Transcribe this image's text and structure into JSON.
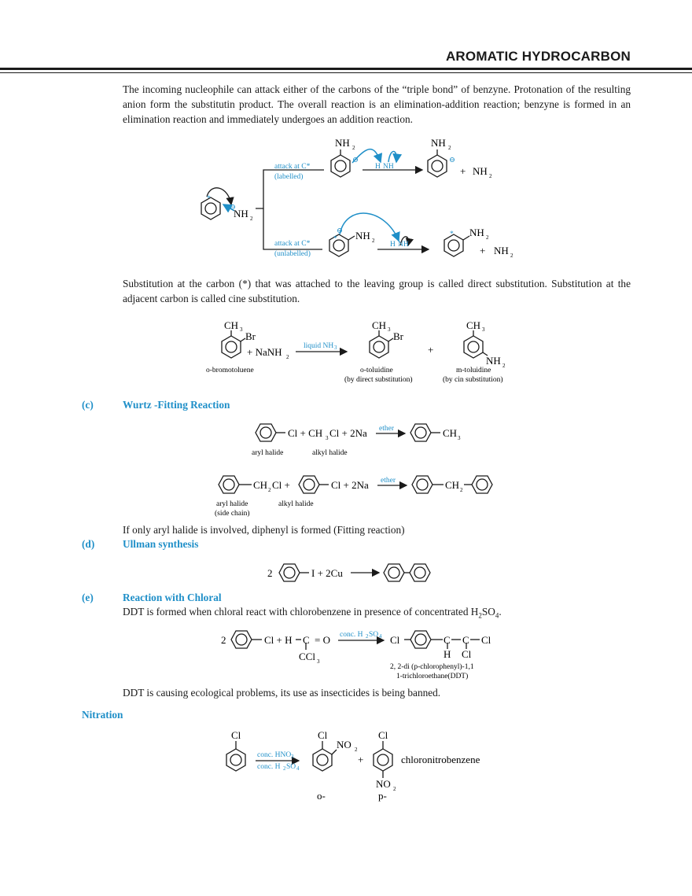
{
  "header": {
    "title": "AROMATIC HYDROCARBON"
  },
  "intro": {
    "paragraph": "The incoming nucleophile can attack either of the carbons of the “triple bond” of benzyne. Protonation of the resulting anion form the substitutin product. The overall reaction is an elimination-addition reaction; benzyne is formed in an elimination reaction and immediately undergoes an addition reaction."
  },
  "benzyne_scheme": {
    "nucleophile": "NH",
    "nucleophile_sub": "2",
    "path_labelled_line1": "attack at C*",
    "path_labelled_line2": "(labelled)",
    "path_unlabelled_line1": "attack at C*",
    "path_unlabelled_line2": "(unlabelled)",
    "plus": "+",
    "star": "*",
    "minus": "⊖",
    "h": "H",
    "nh_proton": "NH",
    "nh_proton_sub": "2"
  },
  "substitution": {
    "paragraph": "Substitution at the carbon (*) that was attached to the leaving group is called direct substitution. Substitution at the adjacent carbon is called cine substitution."
  },
  "toluidine_scheme": {
    "ch3": "CH",
    "ch3_sub": "3",
    "br": "Br",
    "reagent": "+ NaNH",
    "reagent_sub": "2",
    "arrow_label": "liquid NH",
    "arrow_label_sub": "3",
    "plus": "+",
    "nh2": "NH",
    "nh2_sub": "2",
    "reactant_name": "o-bromotoluene",
    "product1_name": "o-toluidine",
    "product1_note": "(by direct substitution)",
    "product2_name": "m-toluidine",
    "product2_note": "(by cin substitution)"
  },
  "section_c": {
    "letter": "(c)",
    "title": "Wurtz -Fitting Reaction",
    "eq1_reactants": "Cl + CH",
    "eq1_sub": "3",
    "eq1_rest": "Cl + 2Na",
    "eq1_arrow": "ether",
    "eq1_product": "CH",
    "eq1_product_sub": "3",
    "eq1_label1": "aryl halide",
    "eq1_label2": "alkyl halide",
    "eq2_part1": "CH",
    "eq2_part1_sub": "2",
    "eq2_part2": "Cl +",
    "eq2_part3": "Cl + 2Na",
    "eq2_arrow": "ether",
    "eq2_product": "CH",
    "eq2_product_sub": "2",
    "eq2_label1": "aryl halide",
    "eq2_label1b": "(side chain)",
    "eq2_label2": "alkyl halide",
    "note": "If only aryl halide is involved, diphenyl is formed (Fitting reaction)"
  },
  "section_d": {
    "letter": "(d)",
    "title": "Ullman synthesis",
    "coef": "2",
    "reagents": "I + 2Cu"
  },
  "section_e": {
    "letter": "(e)",
    "title": "Reaction with Chloral",
    "sentence_a": "DDT is formed when chloral react with chlorobenzene in presence of concentrated H",
    "sentence_sub1": "2",
    "sentence_b": "SO",
    "sentence_sub2": "4",
    "sentence_c": ".",
    "coef": "2",
    "reactants": "Cl + H",
    "c": "C",
    "o": "= O",
    "ccl": "CCl",
    "ccl_sub": "3",
    "arrow_label": "conc. H",
    "arrow_sub1": "2",
    "arrow_so": "SO",
    "arrow_sub2": "4",
    "cl": "Cl",
    "h": "H",
    "product_name_line1": "2, 2-di (p-chlorophenyl)-1,1",
    "product_name_line2": "1-trichloroethane(DDT)",
    "note": "DDT is causing ecological problems, its use as insecticides is being banned."
  },
  "nitration": {
    "title": "Nitration",
    "cl": "Cl",
    "no2": "NO",
    "no2_sub": "2",
    "arrow_top": "conc. HNO",
    "arrow_top_sub": "3",
    "arrow_bottom": "conc. H",
    "arrow_bottom_sub1": "2",
    "arrow_bottom_so": "SO",
    "arrow_bottom_sub2": "4",
    "plus": "+",
    "product_name": "chloronitrobenzene",
    "ortho": "o-",
    "para": "p-"
  },
  "colors": {
    "accent": "#1f8fc8",
    "text": "#1a1a1a"
  }
}
